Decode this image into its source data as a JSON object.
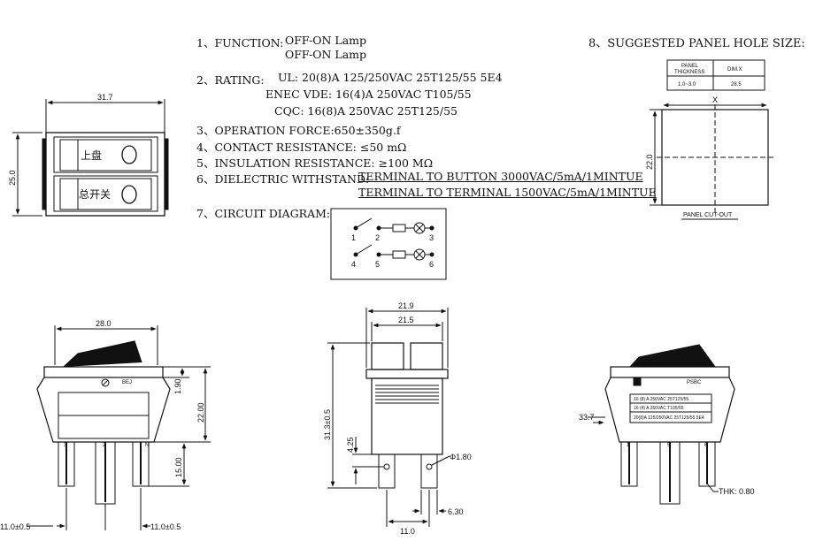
{
  "specs": {
    "function_label": "1、FUNCTION:",
    "function_line1": "OFF-ON Lamp",
    "function_line2": "OFF-ON Lamp",
    "rating_label": "2、RATING:",
    "rating_ul": "UL: 20(8)A 125/250VAC 25T125/55 5E4",
    "rating_enec": "ENEC VDE: 16(4)A 250VAC T105/55",
    "rating_cqc": "CQC: 16(8)A 250VAC 25T125/55",
    "operation_force": "3、OPERATION FORCE:650±350g.f",
    "contact_resistance": "4、CONTACT RESISTANCE:  ≤50 mΩ",
    "insulation_resistance": "5、INSULATION RESISTANCE: ≥100 MΩ",
    "dielectric_label": "6、DIELECTRIC WITHSTAND:",
    "dielectric_1": "TERMINAL TO BUTTON 3000VAC/5mA/1MINTUE",
    "dielectric_2": "TERMINAL TO TERMINAL 1500VAC/5mA/1MINTUE",
    "circuit_label": "7、CIRCUIT DIAGRAM:"
  },
  "circuit": {
    "pins_top": [
      "1",
      "2",
      "3"
    ],
    "pins_bottom": [
      "4",
      "5",
      "6"
    ]
  },
  "panel": {
    "title": "8、SUGGESTED PANEL HOLE SIZE:",
    "col1_header_line1": "PANEL",
    "col1_header_line2": "THICKNESS",
    "col2_header": "DIM.X",
    "thickness": "1.0~3.0",
    "dimx": "28.5",
    "width_label": "X",
    "height_label": "22.0",
    "caption": "PANEL CUT-OUT"
  },
  "top_view": {
    "width": "31.7",
    "height": "25.0",
    "label_upper": "上盘",
    "label_lower": "总开关"
  },
  "front_view": {
    "width": "28.0",
    "h_cap": "1.90",
    "h_total": "22.00",
    "h_pins": "15.00",
    "pitch_left": "11.0±0.5",
    "pitch_right": "11.0±0.5",
    "mark": "BEJ",
    "pins": [
      "3",
      "2",
      "N"
    ]
  },
  "side_view": {
    "width_outer": "21.9",
    "width_inner": "21.5",
    "height": "31.3±0.5",
    "pin_offset": "4.25",
    "hole": "Φ1.80",
    "pin_spacing": "11.0",
    "pin_width": "6.30"
  },
  "back_view": {
    "depth": "33.7",
    "thk": "THK: 0.80",
    "mark": "PSBC",
    "label_lines": [
      "16 (8) A 250VAC 25T125/55",
      "16 (4) A 250VAC T105/55",
      "20(8)A 125/250VAC 25T125/55 5E4"
    ],
    "pins": [
      "1",
      "5",
      "6"
    ]
  }
}
